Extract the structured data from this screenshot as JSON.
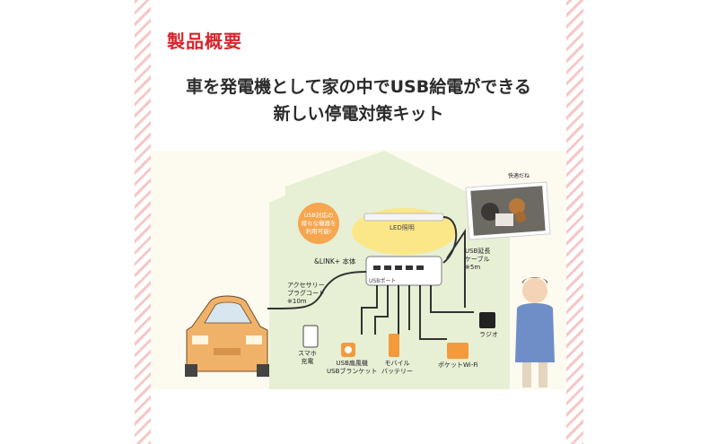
{
  "header": {
    "section_title": "製品概要",
    "headline_line1": "車を発電機として家の中でUSB給電ができる",
    "headline_line2": "新しい停電対策キット"
  },
  "diagram": {
    "badge_line1": "USB対応の",
    "badge_line2": "様々な機器を",
    "badge_line3": "利用可能!",
    "led_label": "LED照明",
    "main_unit": "&LINK+ 本体",
    "usb_port": "USBポート",
    "accessory_line1": "アクセサリー",
    "accessory_line2": "プラグコード",
    "accessory_length": "※10m",
    "extension_line1": "USB延長",
    "extension_line2": "ケーブル",
    "extension_length": "※5m",
    "smartphone_line1": "スマホ",
    "smartphone_line2": "充電",
    "fan_line1": "USB扇風機",
    "fan_line2": "USBブランケット",
    "battery_line1": "モバイル",
    "battery_line2": "バッテリー",
    "wifi": "ポケットWi-Fi",
    "radio": "ラジオ",
    "photo_caption": "快適だね"
  },
  "colors": {
    "accent_red": "#d9252e",
    "stripe_pink": "#f6c7c6",
    "house_green": "#e7efd5",
    "orange": "#f39a3c",
    "cable_dark": "#333333",
    "car_orange": "#f0b169"
  }
}
